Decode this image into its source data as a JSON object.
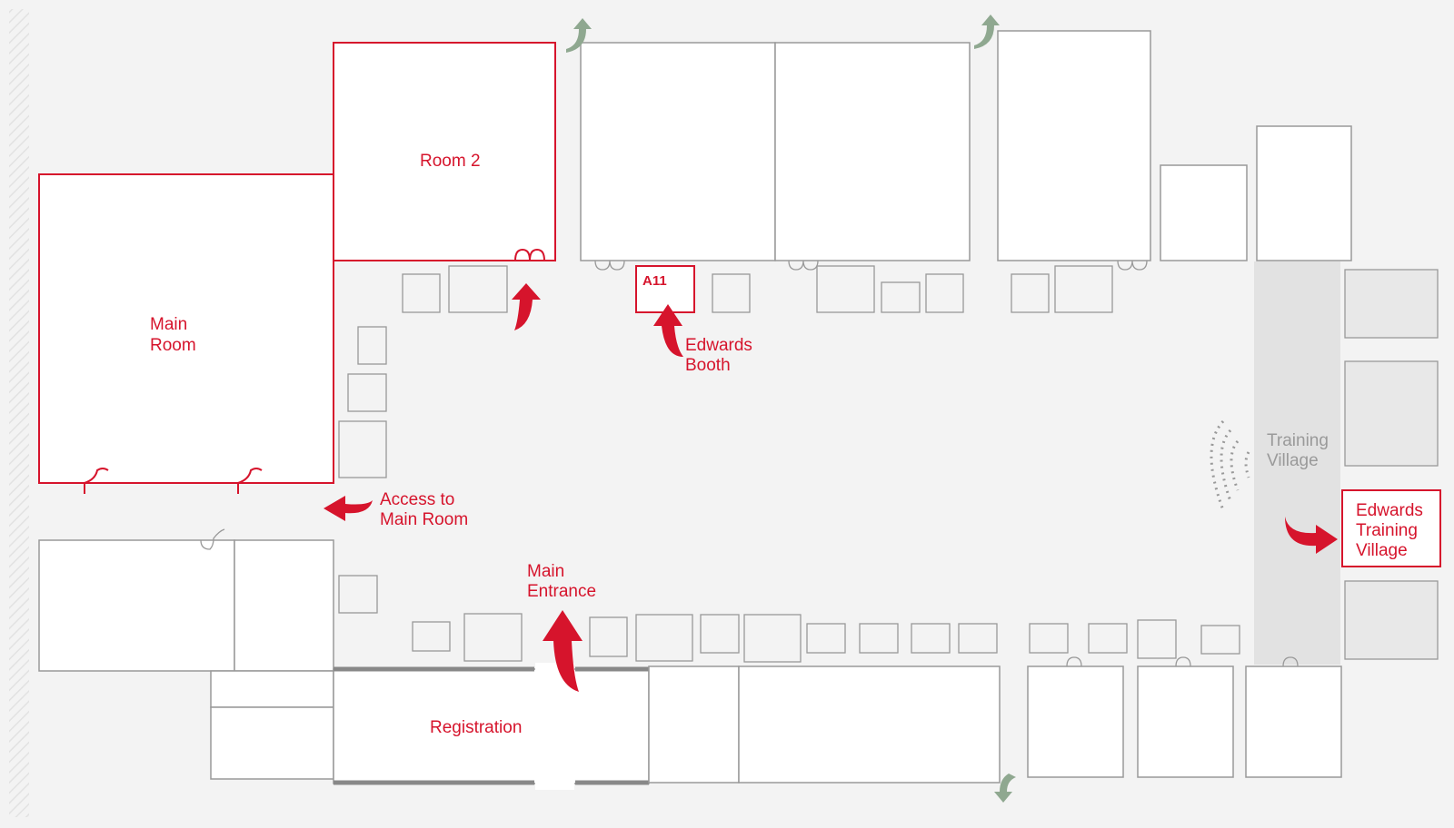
{
  "labels": {
    "room2": "Room 2",
    "main_room_l1": "Main",
    "main_room_l2": "Room",
    "booth_a11": "A11",
    "edwards_booth_l1": "Edwards",
    "edwards_booth_l2": "Booth",
    "access_l1": "Access to",
    "access_l2": "Main Room",
    "main_entrance_l1": "Main",
    "main_entrance_l2": "Entrance",
    "registration": "Registration",
    "training_village_l1": "Training",
    "training_village_l2": "Village",
    "edwards_tv_l1": "Edwards",
    "edwards_tv_l2": "Training",
    "edwards_tv_l3": "Village"
  },
  "icons": {
    "exit": "exit-arrow-icon",
    "wifi": "wifi-signal-icon",
    "direction": "direction-arrow-icon"
  },
  "colors": {
    "accent": "#d6142c",
    "exit": "#8fa890",
    "outline": "#999999",
    "floor": "#f3f3f3",
    "training_area": "#e2e2e2"
  }
}
